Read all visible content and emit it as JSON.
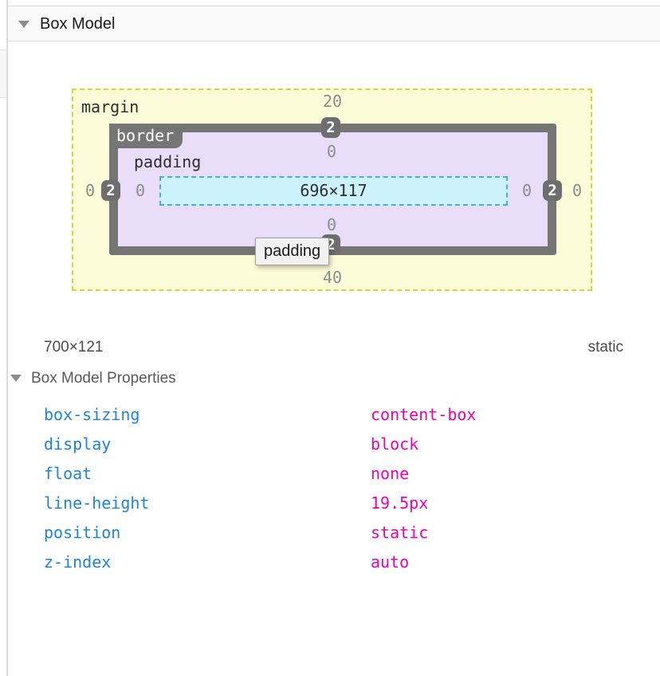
{
  "panel": {
    "header": {
      "title": "Box Model"
    },
    "diagram": {
      "margin_label": "margin",
      "border_label": "border",
      "padding_label": "padding",
      "content_size": "696×117",
      "margin_top": "20",
      "margin_bottom": "40",
      "margin_left": "0",
      "margin_right": "0",
      "border_top": "2",
      "border_bottom": "2",
      "border_left": "2",
      "border_right": "2",
      "padding_top": "0",
      "padding_bottom": "0",
      "padding_left": "0",
      "padding_right": "0",
      "tooltip": "padding"
    },
    "summary": {
      "dimensions": "700×121",
      "position": "static"
    },
    "properties_section": {
      "title": "Box Model Properties",
      "properties": [
        {
          "name": "box-sizing",
          "value": "content-box"
        },
        {
          "name": "display",
          "value": "block"
        },
        {
          "name": "float",
          "value": "none"
        },
        {
          "name": "line-height",
          "value": "19.5px"
        },
        {
          "name": "position",
          "value": "static"
        },
        {
          "name": "z-index",
          "value": "auto"
        }
      ]
    },
    "colors": {
      "property_name": "#1d83dd",
      "property_value": "#ed00b5",
      "margin_fill": "#fcfcd8",
      "margin_stroke": "#d6d63a",
      "padding_fill": "#e9ddf9",
      "border_fill": "#757575",
      "content_fill": "#ccf2fe",
      "content_stroke": "#43aee1",
      "dim_number_gray": "#8c8c8c"
    }
  }
}
